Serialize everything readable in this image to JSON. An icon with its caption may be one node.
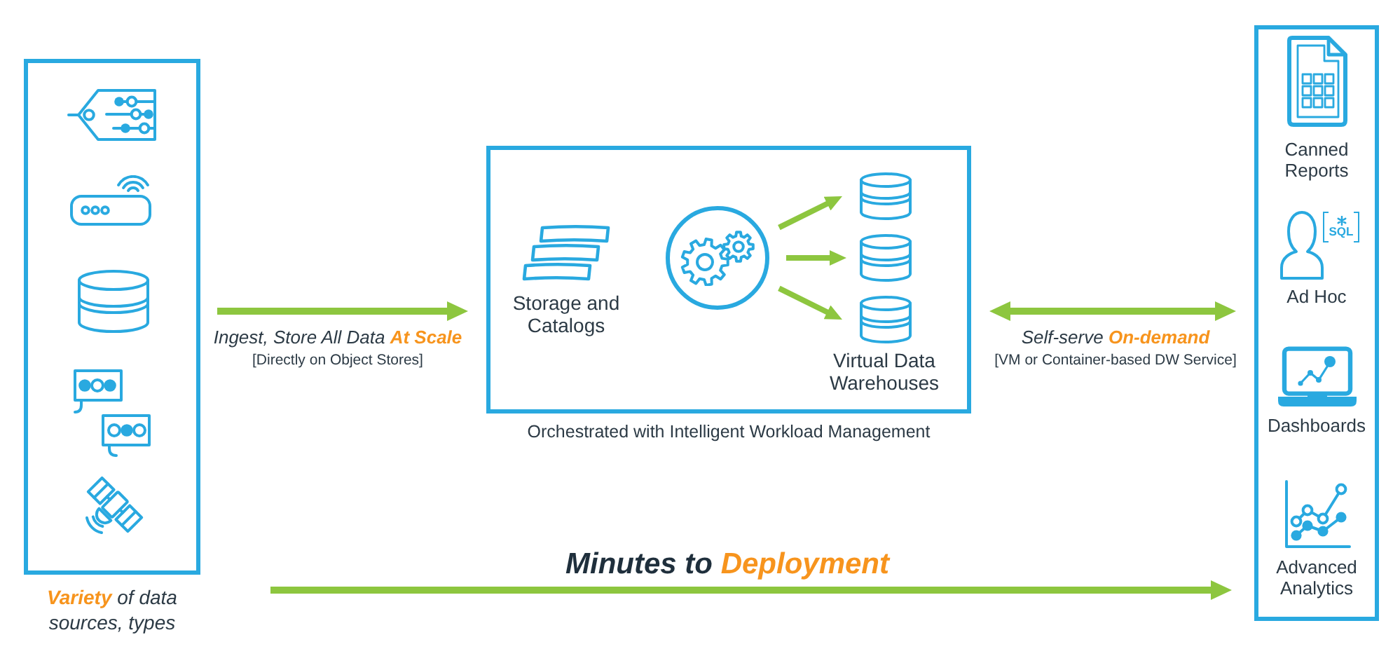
{
  "diagram": {
    "nodes": [
      {
        "text": [],
        "shape": "box",
        "beside": [
          "**Variety** of data sources, types"
        ]
      },
      {
        "text": [],
        "shape": "box",
        "beside": [
          "Orchestrated with Intelligent Workload Management"
        ]
      },
      {
        "text": [
          "Storage and Catalogs"
        ],
        "in": 1
      },
      {
        "text": [],
        "shape": "circle",
        "in": 1
      },
      {
        "text": [],
        "shape": "cylinder",
        "in": 1
      },
      {
        "text": [],
        "shape": "cylinder",
        "in": 1
      },
      {
        "text": [],
        "shape": "cylinder",
        "in": 1
      },
      {
        "text": [],
        "shape": "box"
      },
      {
        "text": [
          "Canned Reports"
        ],
        "in": 7
      },
      {
        "text": [
          "Ad Hoc"
        ],
        "in": 7,
        "beside": [
          "SQL"
        ]
      },
      {
        "text": [
          "Dashboards"
        ],
        "in": 7
      },
      {
        "text": [
          "Advanced Analytics"
        ],
        "in": 7
      }
    ],
    "edges": [
      {
        "from": 0,
        "to": 1,
        "arrow": "to",
        "label": "Ingest, Store All Data **At Scale**"
      },
      {
        "from": 3,
        "to": 4,
        "arrow": "to"
      },
      {
        "from": 3,
        "to": 5,
        "arrow": "to"
      },
      {
        "from": 3,
        "to": 6,
        "arrow": "to"
      },
      {
        "from": 1,
        "to": 7,
        "arrow": "both",
        "label": "Self-serve **On-demand**"
      },
      {
        "from": null,
        "to": 7,
        "arrow": "to",
        "label": "Minutes to **Deployment**"
      }
    ],
    "labels": [
      "[Directly on Object Stores]",
      "Virtual Data Warehouses",
      "[VM or Container-based DW Service]"
    ]
  }
}
